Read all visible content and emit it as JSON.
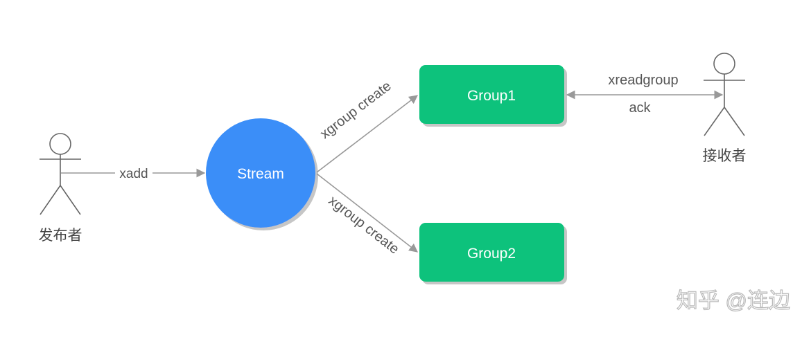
{
  "actors": {
    "publisher": {
      "label": "发布者"
    },
    "receiver": {
      "label": "接收者"
    }
  },
  "nodes": {
    "stream": {
      "label": "Stream",
      "color": "#3a8ef8"
    },
    "group1": {
      "label": "Group1",
      "color": "#07c27c"
    },
    "group2": {
      "label": "Group2",
      "color": "#07c27c"
    }
  },
  "edges": {
    "xadd": {
      "label": "xadd"
    },
    "create1": {
      "label": "xgroup create"
    },
    "create2": {
      "label": "xgroup create"
    },
    "readgroup": {
      "label": "xreadgroup"
    },
    "ack": {
      "label": "ack"
    }
  },
  "watermark": {
    "text": "知乎 @连边"
  },
  "colors": {
    "line": "#999999",
    "actor": "#666666",
    "text": "#555555"
  }
}
